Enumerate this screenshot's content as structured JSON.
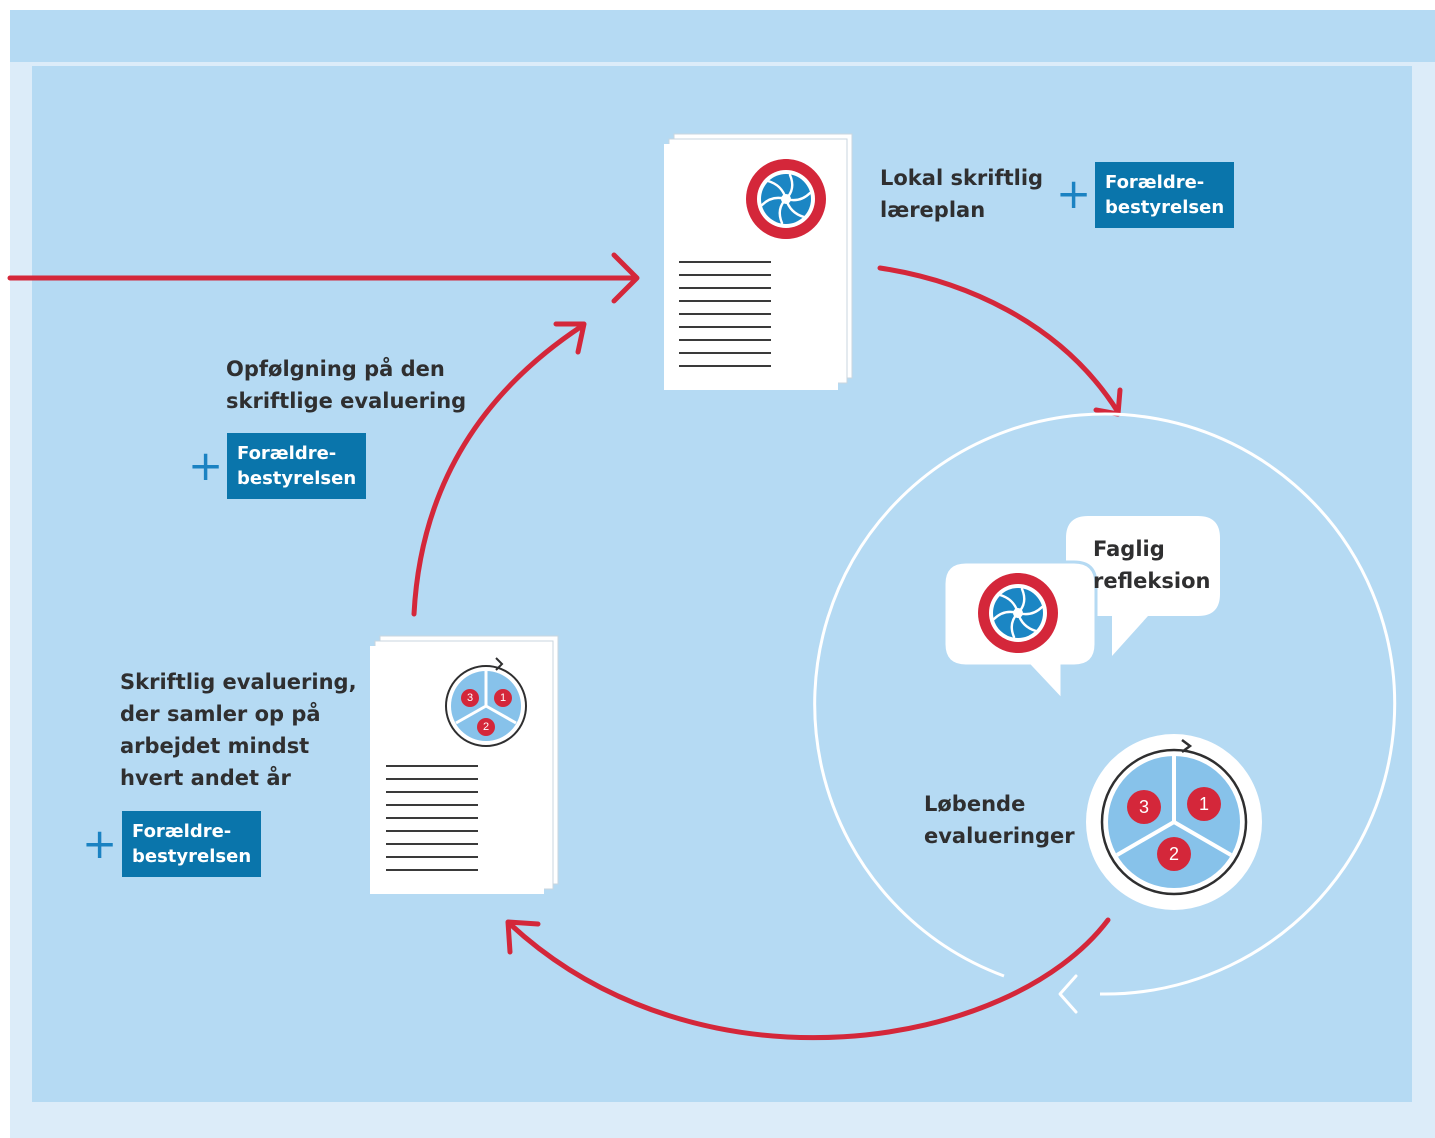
{
  "nodes": {
    "laereplan": {
      "label": "Lokal skriftlig\nlæreplan",
      "badge": "Forældre-\nbestyrelsen"
    },
    "opfoelgning": {
      "label": "Opfølgning på den\nskriftlige evaluering",
      "badge": "Forældre-\nbestyrelsen"
    },
    "skriftlig_evaluering": {
      "label": "Skriftlig evaluering,\nder samler op på\narbejdet mindst\nhvert andet år",
      "badge": "Forældre-\nbestyrelsen"
    },
    "faglig_refleksion": {
      "label": "Faglig\nrefleksion"
    },
    "loebende_evalueringer": {
      "label": "Løbende\nevalueringer"
    }
  },
  "plus_symbol": "+",
  "cycle_numbers": [
    "1",
    "2",
    "3"
  ],
  "colors": {
    "background": "#b5daf3",
    "arrow": "#d4273a",
    "badge": "#0a75ab",
    "plus": "#1a82c2",
    "text": "#2f2f30"
  },
  "icons": [
    "flower-logo-icon",
    "cycle-icon",
    "document-icon",
    "speech-bubble-icon"
  ]
}
